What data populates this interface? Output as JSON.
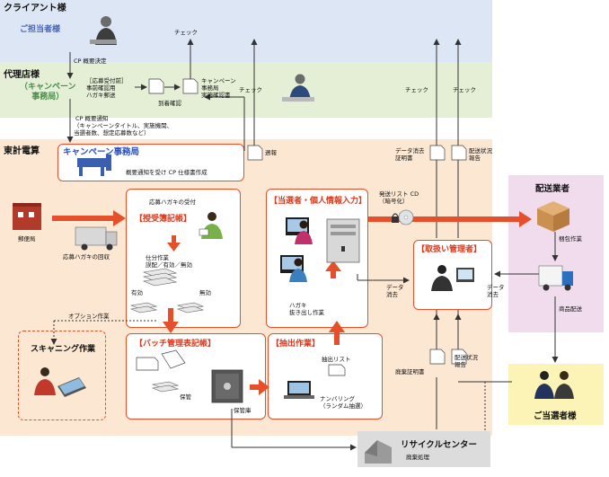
{
  "rows": {
    "client": {
      "title": "クライアント様",
      "sub": "ご担当者様"
    },
    "agency": {
      "title": "代理店様",
      "sub": "（キャンペーン\n事務局）"
    },
    "toto": {
      "title": "東計電算"
    }
  },
  "labels": {
    "cp_decision": "CP 概要決定",
    "cp_notice": "CP 概要通知",
    "cp_notice_detail": "（キャンペーンタイトル、実施機関、\n当選者数、想定応募数など）",
    "pre_start": "［応募受付前］\n事前確認用\nハガキ郵送",
    "arrival_check": "到着確認",
    "campaign_doc": "キャンペーン\n事務局\n実施確認書",
    "check1": "チェック",
    "check2": "チェック",
    "check3": "チェック",
    "check4": "チェック",
    "weekly": "週報",
    "data_erase_cert": "データ消去\n証明書",
    "delivery_report_top": "配送状況\n報告",
    "campaign_office": "キャンペーン事務局",
    "cp_spec": "概要通知を受け CP 仕様書作成",
    "post_office": "郵便局",
    "collection": "応募ハガキの回収",
    "receipt_box_label": "応募ハガキの受付",
    "receipt_register": "【授受簿記帳】",
    "sorting": "仕分作業\n誤配／有効／無効",
    "valid": "有効",
    "invalid": "無効",
    "option_work": "オプション作業",
    "scanning": "スキャニング作業",
    "batch_register": "【バッチ管理表記帳】",
    "storage": "保管",
    "storage_room": "保管庫",
    "extraction": "【抽出作業】",
    "extract_list": "抽出リスト",
    "numbering": "ナンバリング\n（ランダム抽選）",
    "winner_input": "【当選者・個人情報入力】",
    "card_extract": "ハガキ\n抜き出し作業",
    "ship_list": "発送リスト CD\n（暗号化）",
    "handling_manager": "【取扱い管理者】",
    "data_erase1": "データ\n消去",
    "data_erase2": "データ\n消去",
    "delivery_report_mid": "配送状況\n報告",
    "disposal_cert": "廃棄証明書",
    "delivery_company": "配送業者",
    "packing": "梱包作業",
    "delivery": "商品配送",
    "winner": "ご当選者様",
    "recycle": "リサイクルセンター",
    "disposal": "廃棄処理"
  },
  "colors": {
    "client_band": "#dde6f4",
    "agency_band": "#e4efd6",
    "toto_band": "#fbe7d2",
    "delivery_band": "#f1dcee",
    "winner_band": "#fbf4b6",
    "recycle_band": "#dcdcdc",
    "accent_red": "#e5502a",
    "title_blue": "#2a50c8"
  }
}
